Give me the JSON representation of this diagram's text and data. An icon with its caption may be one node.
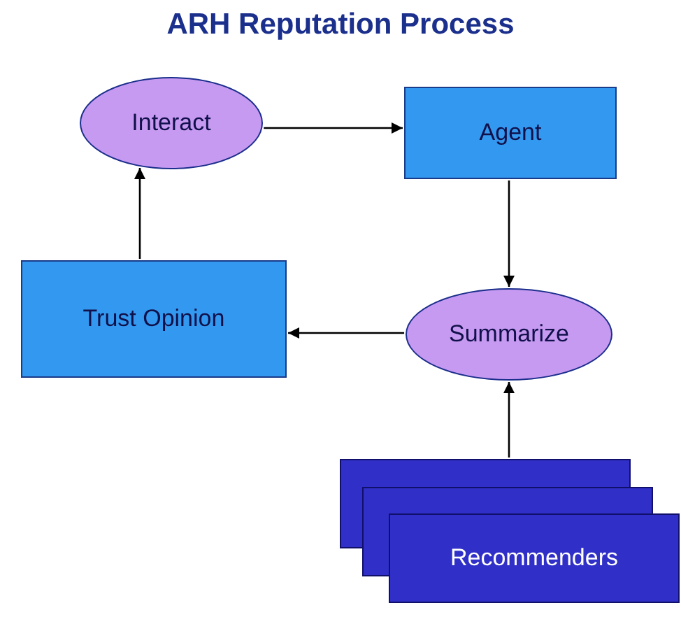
{
  "diagram": {
    "title": "ARH Reputation Process",
    "nodes": [
      {
        "text": [
          "Interact"
        ]
      },
      {
        "text": [
          "Agent"
        ]
      },
      {
        "text": [
          "Trust Opinion"
        ]
      },
      {
        "text": [
          "Summarize"
        ]
      },
      {
        "text": [
          "Recommenders"
        ]
      }
    ],
    "edges": [
      {
        "from": 0,
        "to": 1,
        "arrow": "to"
      },
      {
        "from": 1,
        "to": 3,
        "arrow": "to"
      },
      {
        "from": 3,
        "to": 2,
        "arrow": "to"
      },
      {
        "from": 2,
        "to": 0,
        "arrow": "to"
      },
      {
        "from": 4,
        "to": 3,
        "arrow": "to"
      }
    ]
  }
}
